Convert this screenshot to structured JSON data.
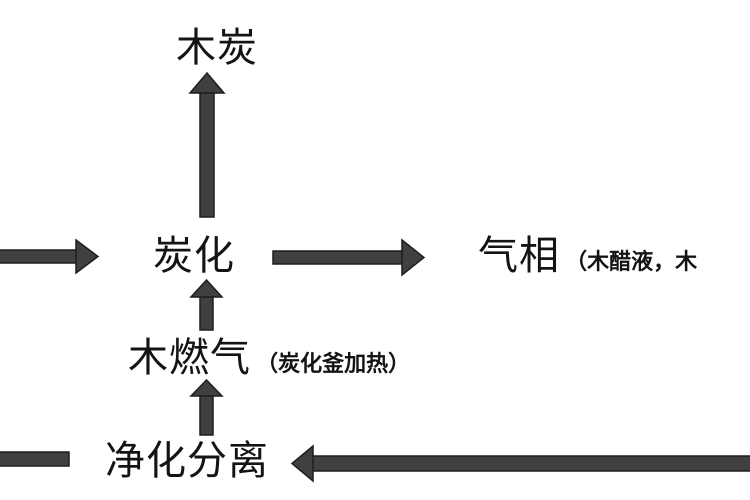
{
  "diagram": {
    "type": "process-flow",
    "colors": {
      "background": "#ffffff",
      "arrow_fill": "#404040",
      "arrow_stroke": "#1e1e1e",
      "text": "#141414"
    },
    "nodes": {
      "charcoal": {
        "label": "木炭"
      },
      "carbonization": {
        "label": "炭化"
      },
      "gas_phase": {
        "label": "气相",
        "note": "（木醋液，木"
      },
      "wood_gas": {
        "label": "木燃气",
        "note": "（炭化釜加热）"
      },
      "purification": {
        "label": "净化分离"
      }
    },
    "edges": [
      {
        "from": "left-offscreen",
        "to": "carbonization",
        "direction": "right"
      },
      {
        "from": "carbonization",
        "to": "charcoal",
        "direction": "up"
      },
      {
        "from": "carbonization",
        "to": "gas_phase",
        "direction": "right"
      },
      {
        "from": "wood_gas",
        "to": "carbonization",
        "direction": "up"
      },
      {
        "from": "purification",
        "to": "wood_gas",
        "direction": "up"
      },
      {
        "from": "right-offscreen",
        "to": "purification",
        "direction": "left"
      },
      {
        "from": "purification",
        "to": "left-offscreen",
        "direction": "left"
      }
    ]
  }
}
